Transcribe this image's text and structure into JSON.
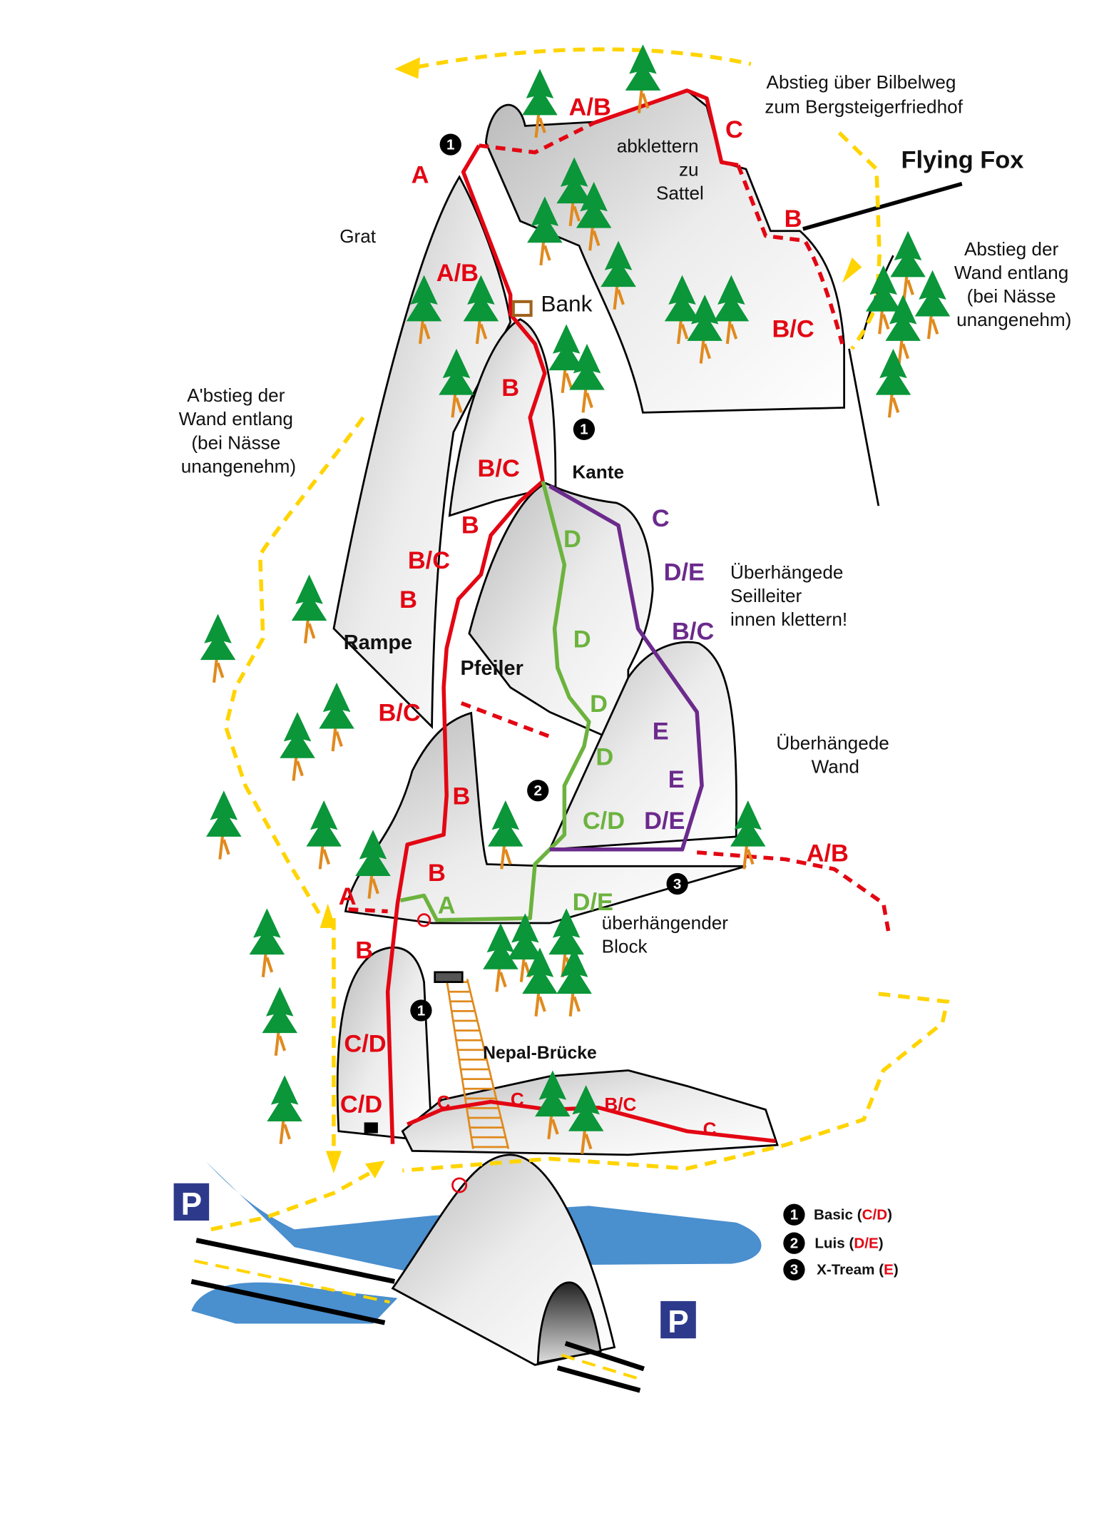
{
  "colors": {
    "route_basic": "#e30613",
    "route_luis": "#6cb33e",
    "route_xtream": "#6b2a8c",
    "descent": "#ffd400",
    "water": "#4a8fce",
    "parking": "#2d3a8c",
    "tree": "#0a9639",
    "trunk": "#e08a1e"
  },
  "labels": {
    "descent_top": [
      "Abstieg über Bilbelweg",
      "zum Bergsteigerfriedhof"
    ],
    "downclimb": [
      "abklettern",
      "zu",
      "Sattel"
    ],
    "flying_fox": "Flying Fox",
    "grat": "Grat",
    "bank": "Bank",
    "descent_right": [
      "Abstieg der",
      "Wand entlang",
      "(bei Nässe",
      "unangenehm)"
    ],
    "descent_left": [
      "A'bstieg der",
      "Wand entlang",
      "(bei Nässe",
      "unangenehm)"
    ],
    "kante": "Kante",
    "ladder": [
      "Überhängede",
      "Seilleiter",
      "innen klettern!"
    ],
    "rampe": "Rampe",
    "pfeiler": "Pfeiler",
    "wall": [
      "Überhängede",
      "Wand"
    ],
    "block": [
      "überhängender",
      "Block"
    ],
    "bridge": "Nepal-Brücke",
    "parking": "P"
  },
  "grades": {
    "red": [
      "A/B",
      "A",
      "C",
      "B",
      "A/B",
      "B/C",
      "B",
      "B/C",
      "B",
      "B/C",
      "B",
      "B/C",
      "B",
      "B",
      "A",
      "B",
      "C/D",
      "C/D",
      "C",
      "C",
      "B/C",
      "C",
      "A/B"
    ],
    "green": [
      "D",
      "D",
      "D",
      "D",
      "C/D",
      "A",
      "D/E"
    ],
    "purple": [
      "C",
      "D/E",
      "B/C",
      "E",
      "E",
      "D/E"
    ]
  },
  "markers": [
    "1",
    "1",
    "2",
    "3",
    "1"
  ],
  "legend": [
    {
      "num": "1",
      "name": "Basic",
      "grade": "C/D"
    },
    {
      "num": "2",
      "name": "Luis",
      "grade": "D/E"
    },
    {
      "num": "3",
      "name": "X-Tream",
      "grade": "E"
    }
  ]
}
